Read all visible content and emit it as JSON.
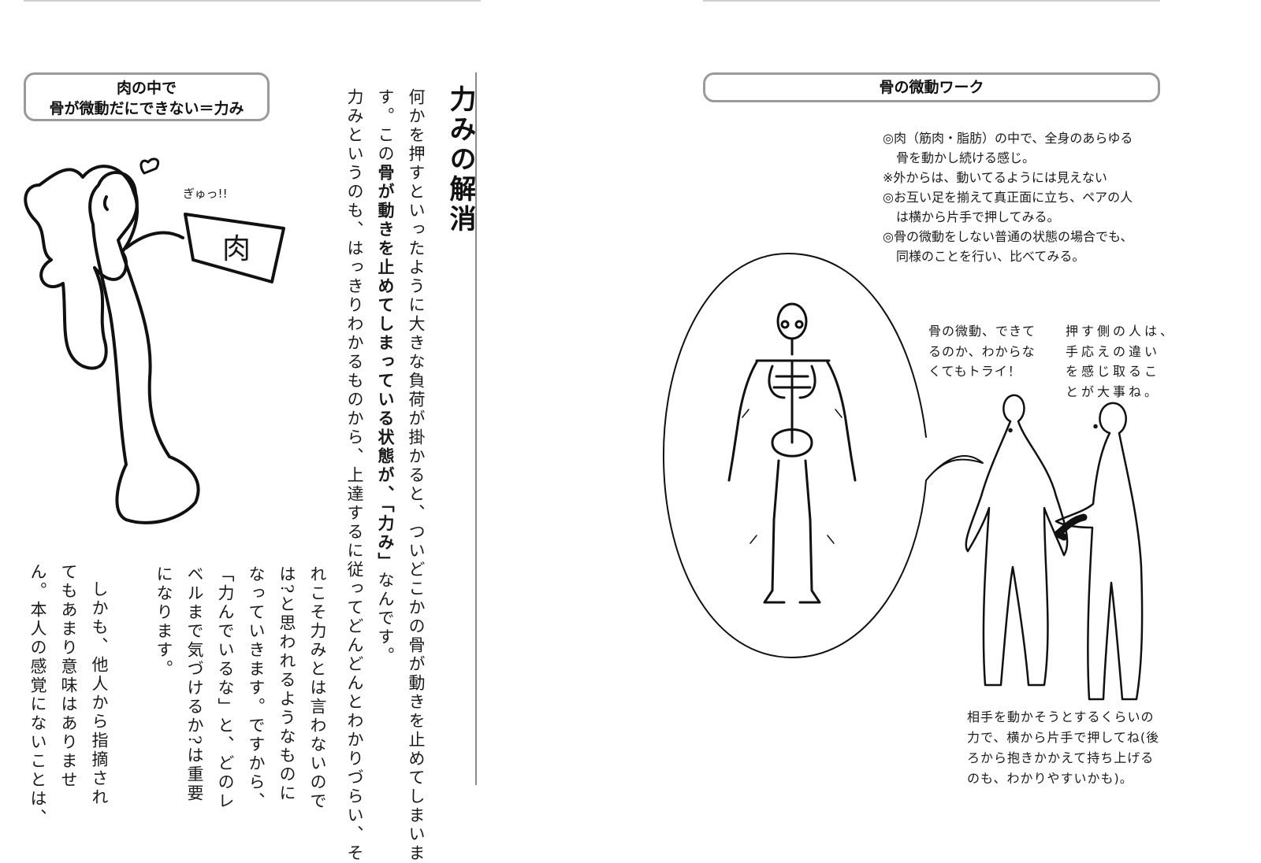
{
  "left_page": {
    "box_label": [
      "肉の中で",
      "骨が微動だにできない＝力み"
    ],
    "chapter_title": "力みの解消",
    "sound_effect": "ぎゅっ!!",
    "flag_text": "肉",
    "body_columns": [
      {
        "segments": [
          "何かを押すといったように大きな負荷が掛かると、ついどこかの骨が動きを止めてしまいま"
        ]
      },
      {
        "segments": [
          "す。この",
          "骨が動きを止めてしまっている状態が、「力み」",
          "なんです。"
        ]
      },
      {
        "segments": [
          "力みというのも、はっきりわかるものから、上達するに従ってどんどんとわかりづらい、そ"
        ]
      },
      {
        "segments": [
          "れこそ力みとは言わないので"
        ]
      },
      {
        "segments": [
          "は?と思われるようなものに"
        ]
      },
      {
        "segments": [
          "なっていきます。ですから、"
        ]
      },
      {
        "segments": [
          "「力んでいるな」と、どのレ"
        ]
      },
      {
        "segments": [
          "ベルまで気づけるか?は重要"
        ]
      },
      {
        "segments": [
          "になります。"
        ]
      },
      {
        "segments": [
          "しかも、他人から指摘され"
        ]
      },
      {
        "segments": [
          "てもあまり意味はありませ"
        ]
      },
      {
        "segments": [
          "ん。本人の感覚にないことは、"
        ]
      }
    ]
  },
  "right_page": {
    "box_label": "骨の微動ワーク",
    "instructions": [
      {
        "text": "◎肉（筋肉・脂肪）の中で、全身のあらゆる",
        "indent": false
      },
      {
        "text": "骨を動かし続ける感じ。",
        "indent": true
      },
      {
        "text": "※外からは、動いてるようには見えない",
        "indent": false
      },
      {
        "text": "◎お互い足を揃えて真正面に立ち、ペアの人",
        "indent": false
      },
      {
        "text": "は横から片手で押してみる。",
        "indent": true
      },
      {
        "text": "◎骨の微動をしない普通の状態の場合でも、",
        "indent": false
      },
      {
        "text": "同様のことを行い、比べてみる。",
        "indent": true
      }
    ],
    "caption_left": [
      "骨の微動、できて",
      "るのか、わからな",
      "くてもトライ！"
    ],
    "caption_right": [
      "押す側の人は、",
      "手応えの違い",
      "を感じ取るこ",
      "とが大事ね。"
    ],
    "caption_bottom": [
      "相手を動かそうとするくらいの",
      "力で、横から片手で押してね(後",
      "ろから抱きかかえて持ち上げる",
      "のも、わかりやすいかも)。"
    ]
  },
  "colors": {
    "box_border": "#9a9a9a",
    "text": "#1a1a1a",
    "rule": "#8a8a8a"
  }
}
